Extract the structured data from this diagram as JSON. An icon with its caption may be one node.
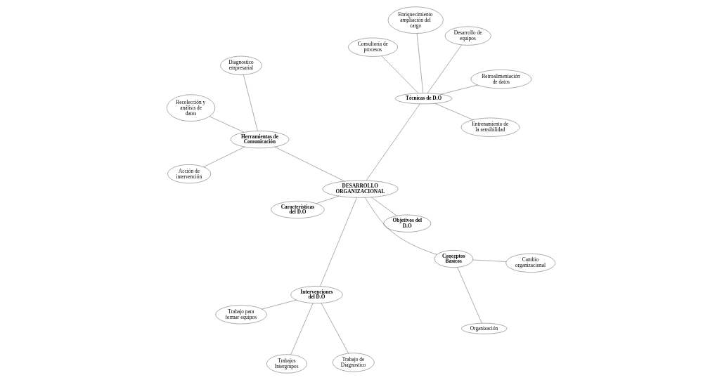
{
  "diagram": {
    "nodes": [
      {
        "text": [
          "DESARROLLO ORGANIZACIONAL"
        ]
      },
      {
        "text": [
          "Conceptos Básicos"
        ]
      },
      {
        "text": [
          "Organización"
        ]
      },
      {
        "text": [
          "Cambio organizacional"
        ]
      },
      {
        "text": [
          "Objetivos del D.O"
        ]
      },
      {
        "text": [
          "Características del D.O"
        ]
      },
      {
        "text": [
          "Intervenciones del D.O"
        ]
      },
      {
        "text": [
          "Trabajo de Diagnostico"
        ]
      },
      {
        "text": [
          "Trabajo para formar equipos"
        ]
      },
      {
        "text": [
          "Trabajos Intergrupos"
        ]
      },
      {
        "text": [
          "Técnicas de D.O"
        ]
      },
      {
        "text": [
          "Consultoría de procesos"
        ]
      },
      {
        "text": [
          "Retroalimentación de datos"
        ]
      },
      {
        "text": [
          "Desarrollo de equipos"
        ]
      },
      {
        "text": [
          "Enriquecimiento ampliación del cargo"
        ]
      },
      {
        "text": [
          "Entrenamiento de la sensibilidad"
        ]
      },
      {
        "text": [
          "Herramientas de Comunicación"
        ]
      },
      {
        "text": [
          "Recolección y análisis de datos"
        ]
      },
      {
        "text": [
          "Acción de intervención"
        ]
      },
      {
        "text": [
          "Diagnostico empresarial"
        ]
      }
    ],
    "edges": [
      {
        "from": 0,
        "to": 1,
        "arrow": "none"
      },
      {
        "from": 1,
        "to": 2,
        "arrow": "none"
      },
      {
        "from": 1,
        "to": 3,
        "arrow": "none"
      },
      {
        "from": 0,
        "to": 4,
        "arrow": "none"
      },
      {
        "from": 0,
        "to": 5,
        "arrow": "none"
      },
      {
        "from": 0,
        "to": 6,
        "arrow": "none"
      },
      {
        "from": 6,
        "to": 7,
        "arrow": "none"
      },
      {
        "from": 6,
        "to": 8,
        "arrow": "none"
      },
      {
        "from": 6,
        "to": 9,
        "arrow": "none"
      },
      {
        "from": 0,
        "to": 10,
        "arrow": "none"
      },
      {
        "from": 10,
        "to": 11,
        "arrow": "none"
      },
      {
        "from": 10,
        "to": 12,
        "arrow": "none"
      },
      {
        "from": 10,
        "to": 13,
        "arrow": "none"
      },
      {
        "from": 10,
        "to": 14,
        "arrow": "none"
      },
      {
        "from": 10,
        "to": 15,
        "arrow": "none"
      },
      {
        "from": 0,
        "to": 16,
        "arrow": "none"
      },
      {
        "from": 16,
        "to": 17,
        "arrow": "none"
      },
      {
        "from": 16,
        "to": 18,
        "arrow": "none"
      },
      {
        "from": 16,
        "to": 19,
        "arrow": "none"
      }
    ]
  }
}
